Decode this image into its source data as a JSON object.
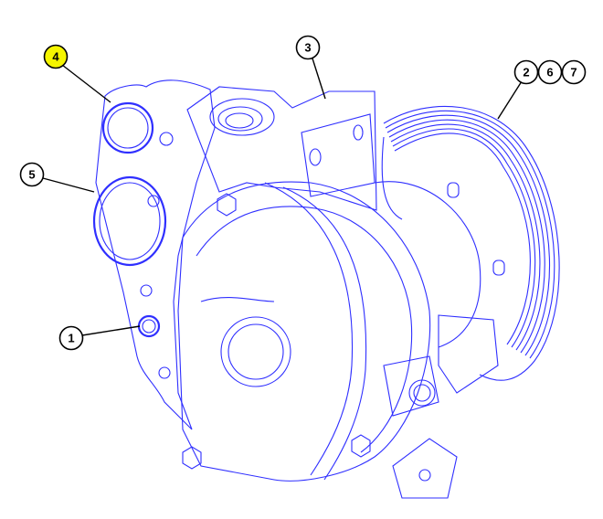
{
  "diagram": {
    "colors": {
      "line": "#2f2fff",
      "highlight": "#f5f500",
      "callout_border": "#000000"
    },
    "callouts": [
      {
        "id": "4",
        "label": "4",
        "highlighted": true
      },
      {
        "id": "3",
        "label": "3",
        "highlighted": false
      },
      {
        "id": "2",
        "label": "2",
        "highlighted": false
      },
      {
        "id": "6",
        "label": "6",
        "highlighted": false
      },
      {
        "id": "7",
        "label": "7",
        "highlighted": false
      },
      {
        "id": "5",
        "label": "5",
        "highlighted": false
      },
      {
        "id": "1",
        "label": "1",
        "highlighted": false
      }
    ]
  }
}
